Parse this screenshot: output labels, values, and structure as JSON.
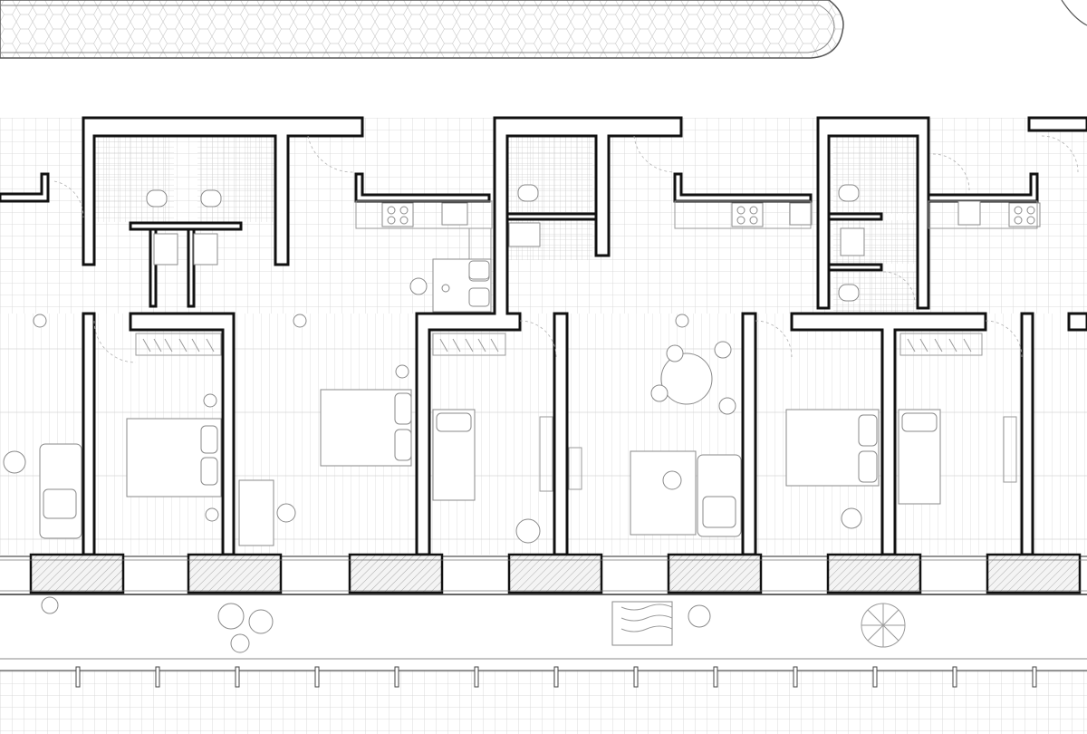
{
  "colors": {
    "background": "#ffffff",
    "wall_outline": "#111111",
    "furniture_line": "#8a8a8a",
    "grid_line": "#d2d2d2",
    "wet_tile_line": "#bdbdbd"
  },
  "icons": [
    "toilet-icon",
    "sink-icon",
    "cooktop-icon",
    "bed-icon",
    "sofa-icon",
    "table-icon",
    "chair-icon",
    "plant-icon",
    "lamp-icon",
    "rug-icon",
    "wardrobe-icon",
    "column-icon"
  ],
  "units": [
    {
      "id": "unit-a"
    },
    {
      "id": "unit-b"
    },
    {
      "id": "unit-c"
    },
    {
      "id": "unit-d"
    }
  ]
}
